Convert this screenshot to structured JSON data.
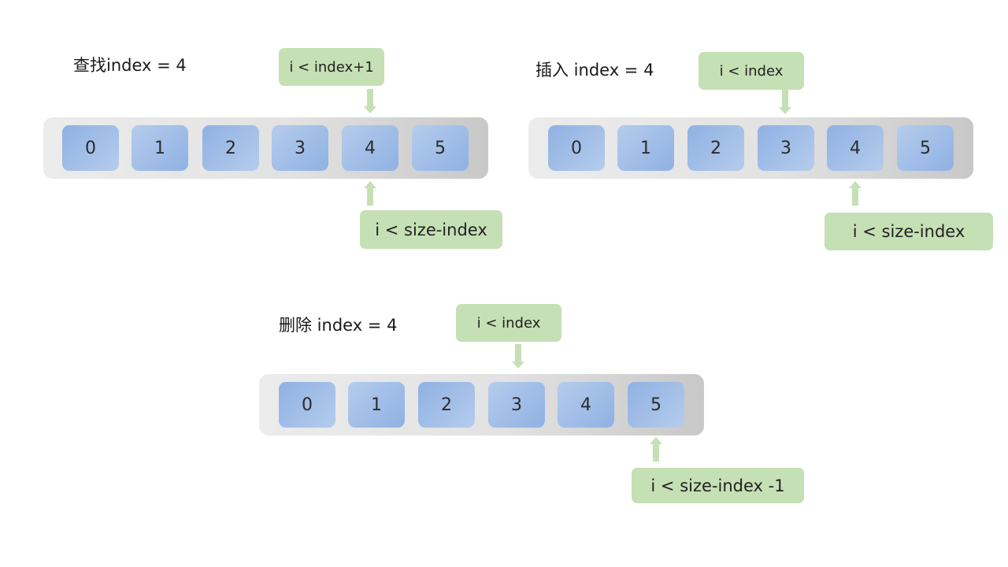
{
  "colors": {
    "cell_start": "#8fb1e3",
    "cell_end": "#b5ccec",
    "label_box": "#c5e0b4",
    "arrow": "#c5e0b4",
    "bar_light": "#ececec",
    "bar_dark": "#c8c8c8"
  },
  "panels": {
    "find": {
      "title": "查找index = 4",
      "cells": [
        "0",
        "1",
        "2",
        "3",
        "4",
        "5"
      ],
      "top_condition": "i < index+1",
      "bottom_condition": "i < size-index"
    },
    "insert": {
      "title": "插入 index = 4",
      "cells": [
        "0",
        "1",
        "2",
        "3",
        "4",
        "5"
      ],
      "top_condition": "i < index",
      "bottom_condition": "i < size-index"
    },
    "delete": {
      "title": "删除 index = 4",
      "cells": [
        "0",
        "1",
        "2",
        "3",
        "4",
        "5"
      ],
      "top_condition": "i < index",
      "bottom_condition": "i < size-index -1"
    }
  }
}
